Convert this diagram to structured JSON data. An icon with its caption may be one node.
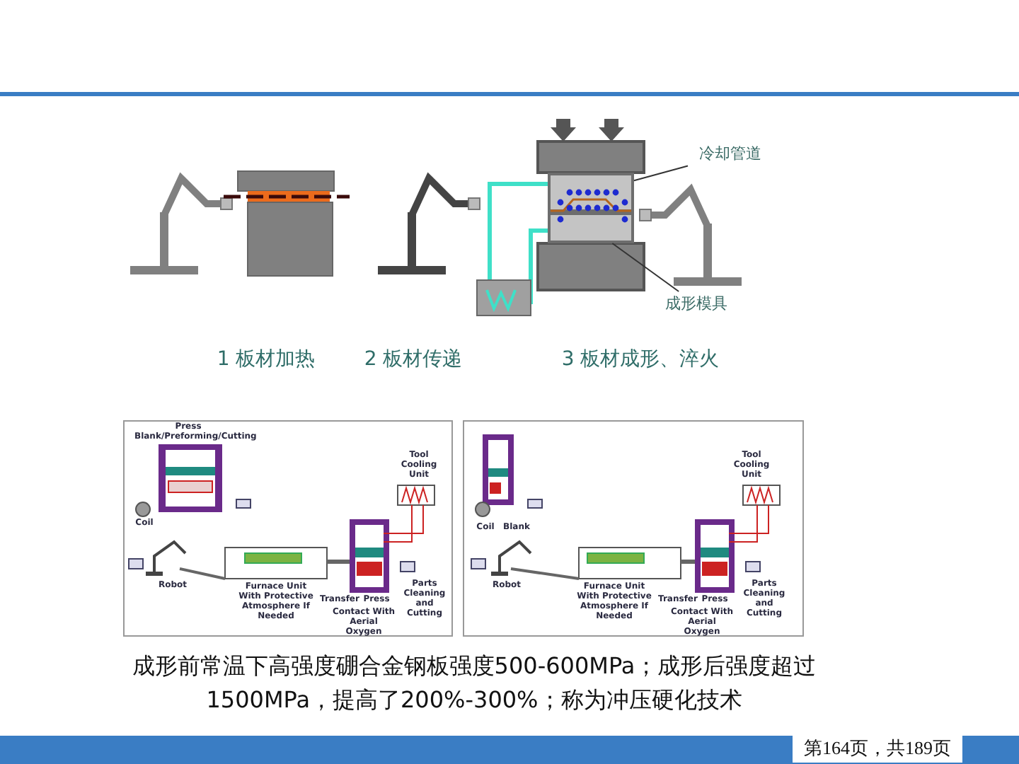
{
  "diagram": {
    "nodes": [
      {
        "text": [
          "冷却管道"
        ]
      },
      {
        "text": [],
        "shape": "box"
      },
      {
        "text": [
          "成形模具"
        ]
      },
      {
        "text": [],
        "shape": "box"
      }
    ],
    "edges": [
      {
        "from": 0,
        "to": 1,
        "arrow": "none"
      },
      {
        "from": 2,
        "to": 3,
        "arrow": "none"
      }
    ],
    "labels": [
      "1 板材加热",
      "2 板材传递",
      "3 板材成形、淬火",
      "Press",
      "Blank/Preforming/Cutting",
      "Tool Cooling Unit",
      "Coil",
      "Robot",
      "Furnace Unit With Protective Atmosphere If Needed",
      "Transfer",
      "Press",
      "Parts Cleaning and Cutting",
      "Contact With Aerial Oxygen",
      "Tool Cooling Unit",
      "Coil",
      "Blank",
      "Robot",
      "Furnace Unit With Protective Atmosphere If Needed",
      "Transfer",
      "Press",
      "Parts Cleaning and Cutting",
      "Contact With Aerial Oxygen",
      "成形前常温下高强度硼合金钢板强度500-600MPa；成形后强度超过1500MPa，提高了200%-300%；称为冲压硬化技术",
      "第164页，共189页"
    ]
  }
}
